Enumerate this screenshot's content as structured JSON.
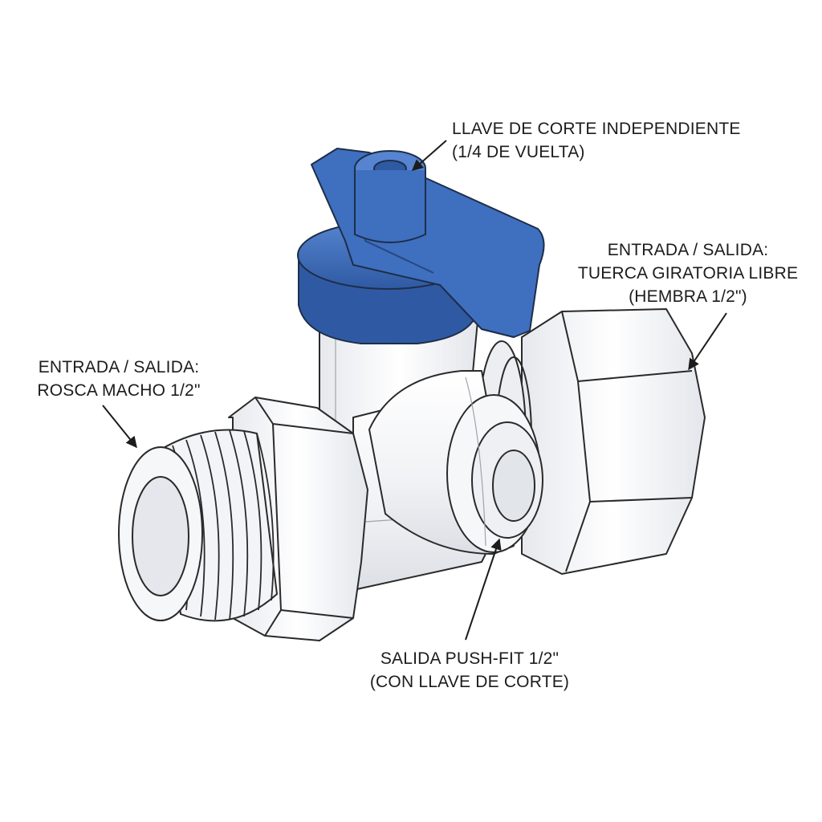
{
  "callouts": {
    "shutoff": {
      "line1": "LLAVE DE CORTE INDEPENDIENTE",
      "line2": "(1/4 DE VUELTA)"
    },
    "swivel_nut": {
      "line1": "ENTRADA / SALIDA:",
      "line2": "TUERCA GIRATORIA LIBRE",
      "line3": "(HEMBRA 1/2\")"
    },
    "male_thread": {
      "line1": "ENTRADA / SALIDA:",
      "line2": "ROSCA MACHO 1/2\""
    },
    "push_fit": {
      "line1": "SALIDA PUSH-FIT 1/2\"",
      "line2": "(CON LLAVE DE CORTE)"
    }
  },
  "colors": {
    "handle_blue": "#3f6fbf",
    "handle_blue_dark": "#2f5aa3",
    "body_white": "#f4f5f7",
    "body_shade": "#dfe2e8",
    "outline": "#2a2a2a"
  }
}
